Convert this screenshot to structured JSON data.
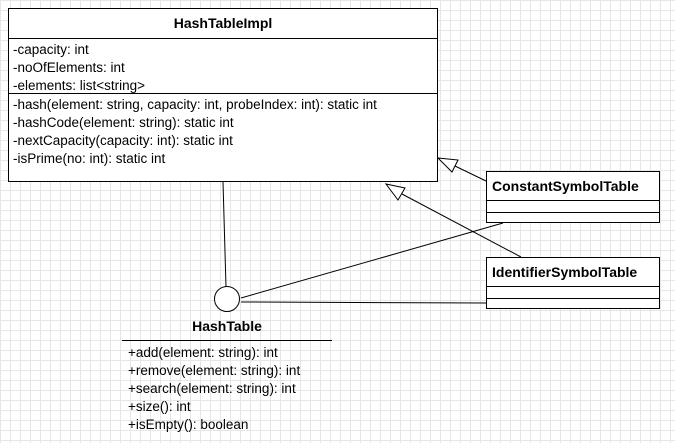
{
  "diagram": {
    "classes": {
      "hashtable_impl": {
        "name": "HashTableImpl",
        "attributes": [
          "-capacity: int",
          "-noOfElements: int",
          "-elements: list<string>"
        ],
        "operations": [
          "-hash(element: string, capacity: int, probeIndex: int): static int",
          "-hashCode(element: string): static int",
          "-nextCapacity(capacity: int): static int",
          "-isPrime(no: int): static int"
        ]
      },
      "constant_symbol_table": {
        "name": "ConstantSymbolTable"
      },
      "identifier_symbol_table": {
        "name": "IdentifierSymbolTable"
      }
    },
    "interface": {
      "name": "HashTable",
      "operations": [
        "+add(element: string): int",
        "+remove(element: string): int",
        "+search(element: string): int",
        "+size(): int",
        "+isEmpty(): boolean"
      ]
    },
    "relations": [
      {
        "type": "generalization",
        "from": "ConstantSymbolTable",
        "to": "HashTableImpl"
      },
      {
        "type": "generalization",
        "from": "IdentifierSymbolTable",
        "to": "HashTableImpl"
      },
      {
        "type": "interface-realization",
        "from": "HashTableImpl",
        "to": "HashTable"
      },
      {
        "type": "interface-realization",
        "from": "ConstantSymbolTable",
        "to": "HashTable"
      },
      {
        "type": "interface-realization",
        "from": "IdentifierSymbolTable",
        "to": "HashTable"
      }
    ]
  }
}
